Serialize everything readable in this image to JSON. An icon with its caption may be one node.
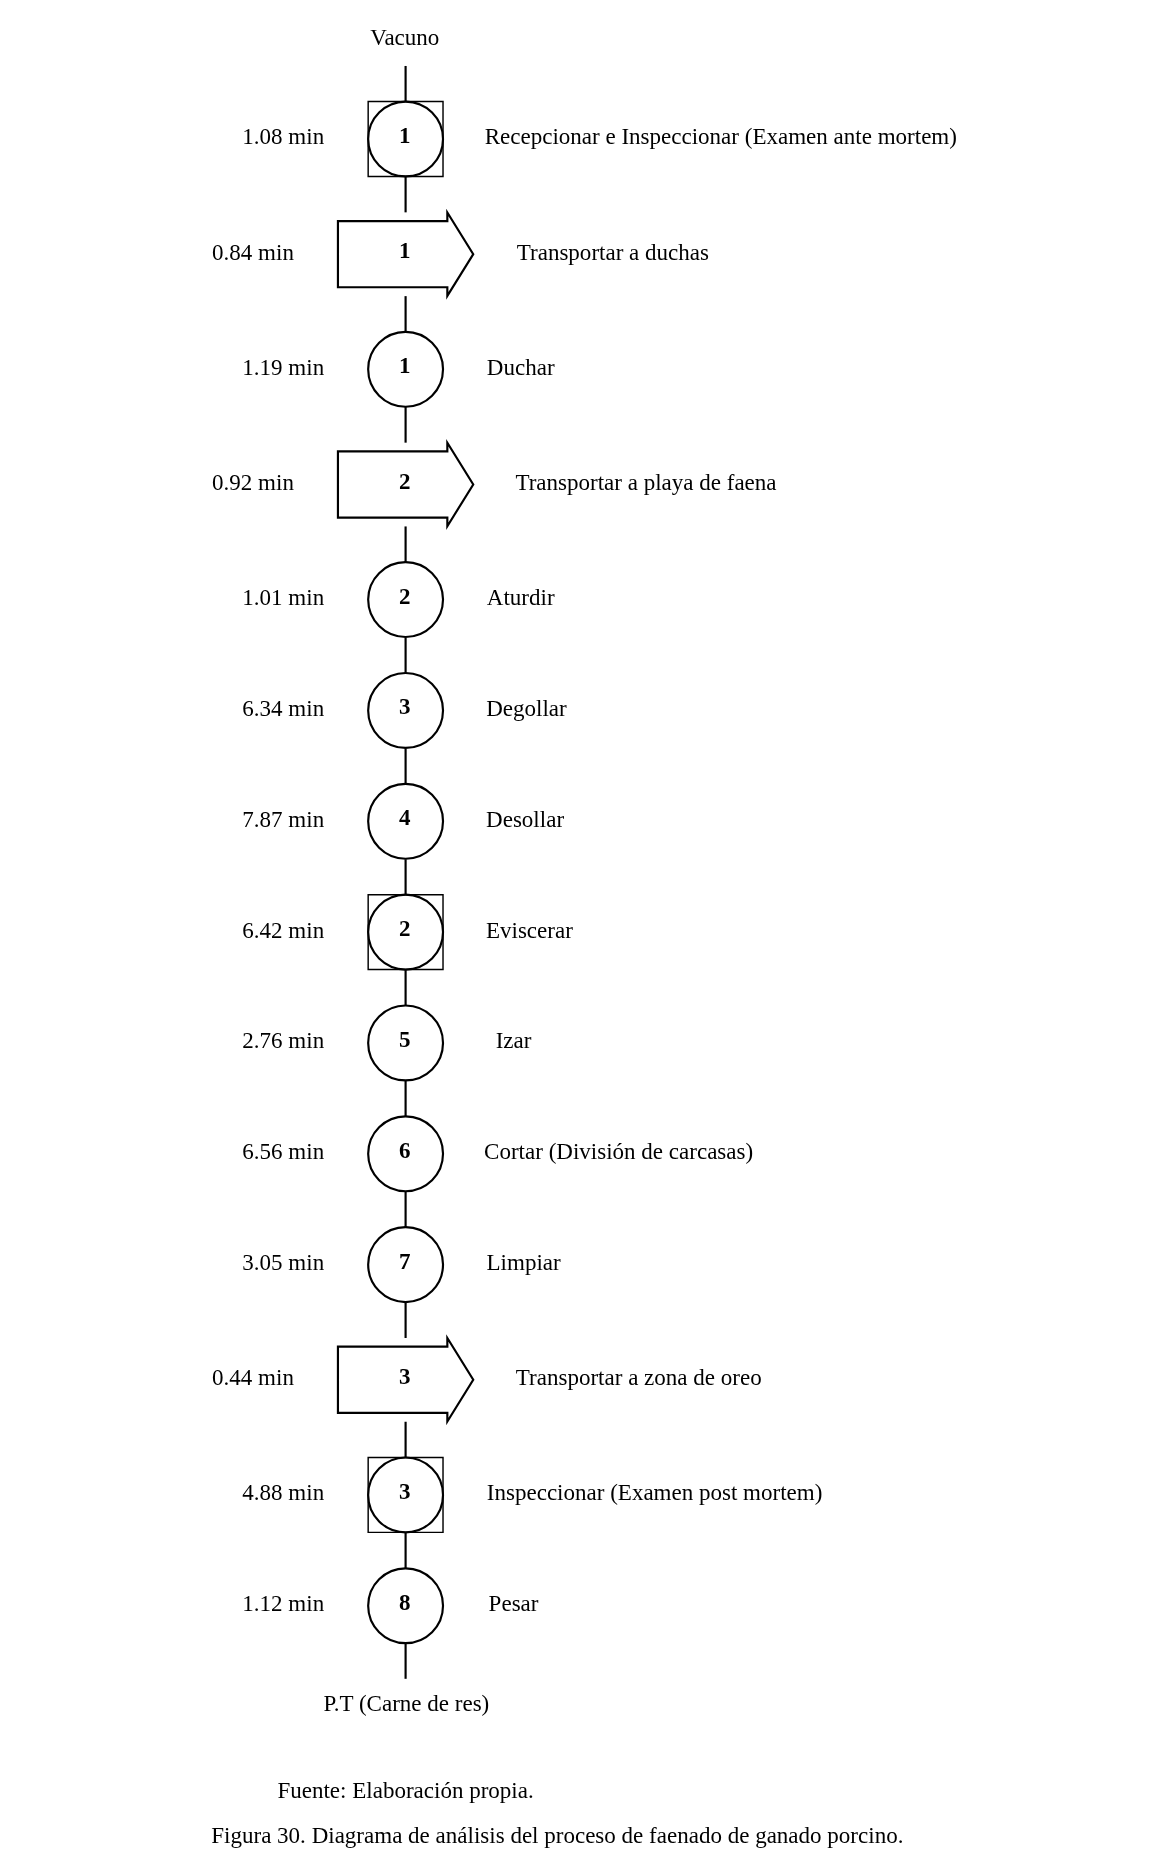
{
  "diagram": {
    "caption": "Figura 30. Diagrama de análisis del proceso de faenado de ganado porcino.",
    "nodes": [
      {
        "text": [
          "Vacuno"
        ]
      },
      {
        "text": [
          "1"
        ],
        "beside": [
          "1.08 min",
          "Recepcionar e Inspeccionar (Examen ante mortem)"
        ]
      },
      {
        "text": [
          "1"
        ],
        "beside": [
          "0.84 min",
          "Transportar a duchas"
        ]
      },
      {
        "text": [
          "1"
        ],
        "beside": [
          "1.19 min",
          "Duchar"
        ]
      },
      {
        "text": [
          "2"
        ],
        "beside": [
          "0.92 min",
          "Transportar a playa de faena"
        ]
      },
      {
        "text": [
          "2"
        ],
        "beside": [
          "1.01 min",
          "Aturdir"
        ]
      },
      {
        "text": [
          "3"
        ],
        "beside": [
          "6.34 min",
          "Degollar"
        ]
      },
      {
        "text": [
          "4"
        ],
        "beside": [
          "7.87 min",
          "Desollar"
        ]
      },
      {
        "text": [
          "2"
        ],
        "beside": [
          "6.42 min",
          "Eviscerar"
        ]
      },
      {
        "text": [
          "5"
        ],
        "beside": [
          "2.76 min",
          "Izar"
        ]
      },
      {
        "text": [
          "6"
        ],
        "beside": [
          "6.56 min",
          "Cortar (División de carcasas)"
        ]
      },
      {
        "text": [
          "7"
        ],
        "beside": [
          "3.05 min",
          "Limpiar"
        ]
      },
      {
        "text": [
          "3"
        ],
        "beside": [
          "0.44 min",
          "Transportar a zona de oreo"
        ]
      },
      {
        "text": [
          "3"
        ],
        "beside": [
          "4.88 min",
          "Inspeccionar (Examen post mortem)"
        ]
      },
      {
        "text": [
          "8"
        ],
        "beside": [
          "1.12 min",
          "Pesar"
        ]
      },
      {
        "text": [
          "P.T (Carne de res)"
        ]
      }
    ],
    "edges": [
      {
        "from": 0,
        "to": 1,
        "arrow": "none"
      },
      {
        "from": 1,
        "to": 2,
        "arrow": "none"
      },
      {
        "from": 2,
        "to": 3,
        "arrow": "none"
      },
      {
        "from": 3,
        "to": 4,
        "arrow": "none"
      },
      {
        "from": 4,
        "to": 5,
        "arrow": "none"
      },
      {
        "from": 5,
        "to": 6,
        "arrow": "none"
      },
      {
        "from": 6,
        "to": 7,
        "arrow": "none"
      },
      {
        "from": 7,
        "to": 8,
        "arrow": "none"
      },
      {
        "from": 8,
        "to": 9,
        "arrow": "none"
      },
      {
        "from": 9,
        "to": 10,
        "arrow": "none"
      },
      {
        "from": 10,
        "to": 11,
        "arrow": "none"
      },
      {
        "from": 11,
        "to": 12,
        "arrow": "none"
      },
      {
        "from": 12,
        "to": 13,
        "arrow": "none"
      },
      {
        "from": 13,
        "to": 14,
        "arrow": "none"
      },
      {
        "from": 14,
        "to": 15,
        "arrow": "none"
      }
    ],
    "labels": [
      "Fuente: Elaboración propia."
    ]
  }
}
